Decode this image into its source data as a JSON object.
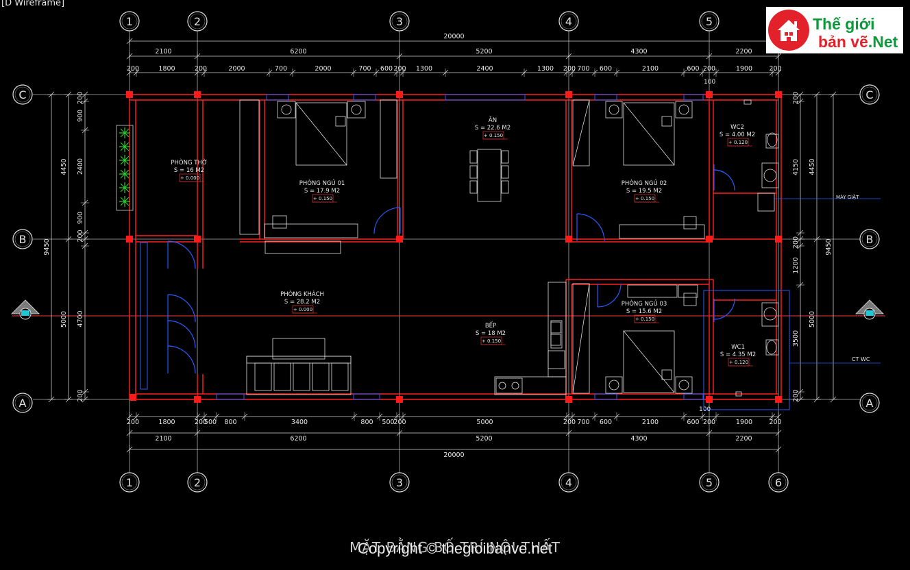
{
  "viewport_label": "[D Wireframe]",
  "grid": {
    "columns": [
      "1",
      "2",
      "3",
      "4",
      "5",
      "6"
    ],
    "rows": [
      "A",
      "B",
      "C"
    ]
  },
  "dimensions": {
    "top_total": "20000",
    "top_mid": [
      "2100",
      "6200",
      "5200",
      "4300",
      "2200"
    ],
    "top_detail": [
      "200",
      "1800",
      "200",
      "2000",
      "700",
      "2000",
      "700",
      "600",
      "200",
      "1300",
      "2400",
      "1300",
      "200",
      "700",
      "600",
      "2100",
      "600",
      "200",
      "1900",
      "200"
    ],
    "bottom_detail": [
      "200",
      "1800",
      "200",
      "500",
      "800",
      "3400",
      "800",
      "500",
      "200",
      "5000",
      "200",
      "700",
      "600",
      "2100",
      "600",
      "200",
      "1900",
      "200"
    ],
    "bottom_mid": [
      "2100",
      "6200",
      "5200",
      "4300",
      "2200"
    ],
    "bottom_total": "20000",
    "left_outer": "9450",
    "left_mid": [
      "4450",
      "5000"
    ],
    "left_detail": [
      "200",
      "900",
      "2400",
      "900",
      "200",
      "4700",
      "200"
    ],
    "right_detail": [
      "200",
      "4150",
      "200",
      "1200",
      "3500",
      "200"
    ],
    "right_mid": [
      "4450",
      "5000"
    ],
    "right_outer": "9450",
    "small_100_top": "100",
    "small_100_bottom": "100"
  },
  "rooms": [
    {
      "name": "PHÒNG THỜ",
      "area": "S = 16 M2",
      "level": "+ 0.000"
    },
    {
      "name": "PHÒNG NGỦ 01",
      "area": "S = 17.9 M2",
      "level": "+ 0.150"
    },
    {
      "name": "ĂN",
      "area": "S = 22.6 M2",
      "level": "+ 0.150"
    },
    {
      "name": "PHÒNG NGỦ 02",
      "area": "S = 19.5 M2",
      "level": "+ 0.150"
    },
    {
      "name": "WC2",
      "area": "S = 4.00 M2",
      "level": "+ 0.120"
    },
    {
      "name": "PHÒNG KHÁCH",
      "area": "S = 28.2 M2",
      "level": "+ 0.000"
    },
    {
      "name": "BẾP",
      "area": "S = 18 M2",
      "level": "+ 0.150"
    },
    {
      "name": "PHÒNG NGỦ 03",
      "area": "S = 15.6 M2",
      "level": "+ 0.150"
    },
    {
      "name": "WC1",
      "area": "S = 4.35 M2",
      "level": "+ 0.120"
    }
  ],
  "leaders": {
    "washing_machine": "MÁY GIẶT",
    "wc_detail": "CT WC"
  },
  "title": "MẶT BẰNG BỐ TRÍ NỘI THẤT",
  "copyright": "Copyright © thegioibanve.net",
  "logo": {
    "line1": "Thế giới",
    "line2a": "bản vẽ",
    "line2b": ".Net"
  },
  "colors": {
    "wall": "#ff2020",
    "grid_line": "#b0b0b0",
    "blue": "#2a5cff",
    "green": "#2ec82e",
    "text": "#e8e8e8",
    "white": "#e0e0e0"
  }
}
